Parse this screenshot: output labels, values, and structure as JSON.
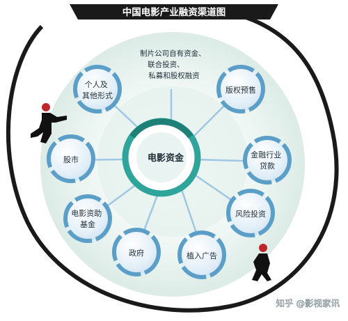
{
  "title": "中国电影产业融资渠道图",
  "center": "电影资金",
  "top_source": [
    "制片公司自有资金、",
    "联合投资、",
    "私募和股权融资"
  ],
  "nodes": {
    "individual": [
      "个人及",
      "其他形式"
    ],
    "presale": [
      "版权预售"
    ],
    "stock": [
      "股市"
    ],
    "bank": [
      "金融行业",
      "贷款"
    ],
    "fund": [
      "电影资助",
      "基金"
    ],
    "venture": [
      "风险投资"
    ],
    "government": [
      "政府"
    ],
    "placement": [
      "植入广告"
    ]
  },
  "watermark": "知乎 @影视家讯",
  "colors": {
    "ring_outline": "#1a1a1a",
    "center_fill": "#2fa49a",
    "node_fill": "#d9eaf6",
    "node_ring": "#5b9fc9",
    "spoke": "#9ec7e3",
    "bg_disc": "#eaf4f1"
  }
}
